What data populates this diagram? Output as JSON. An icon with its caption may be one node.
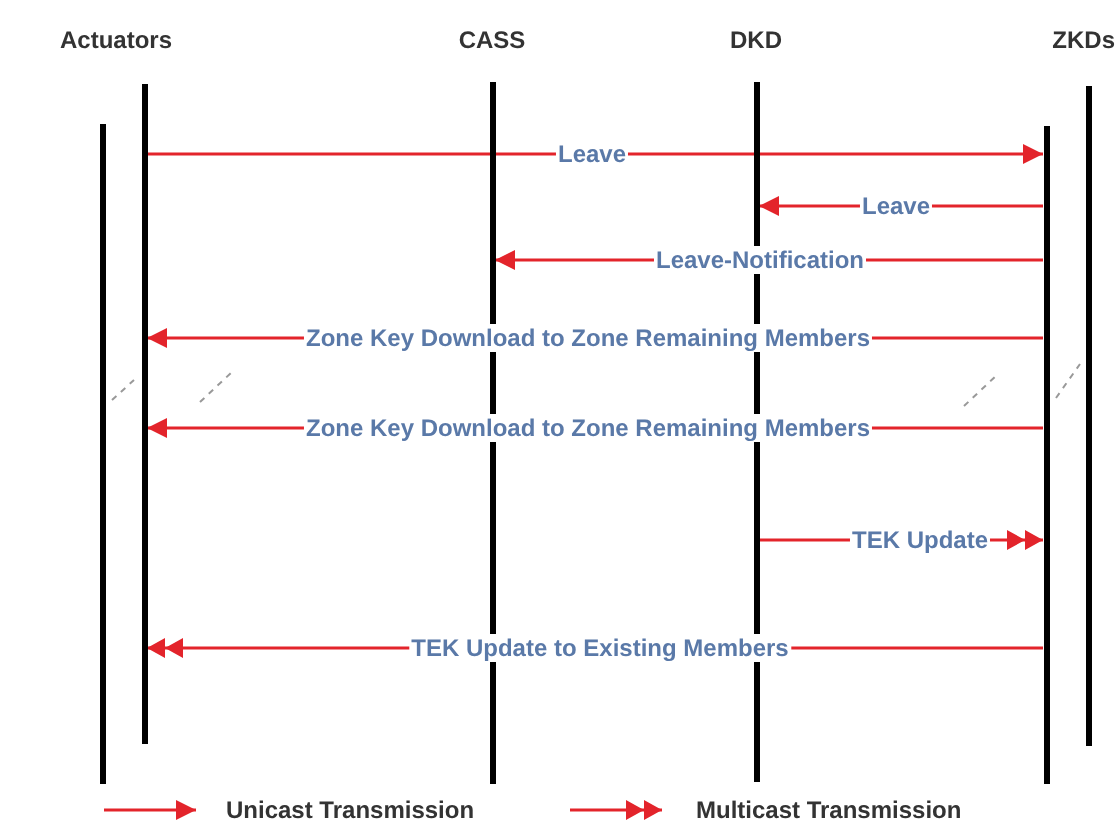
{
  "diagram": {
    "nodes": [
      {
        "text": [
          "Actuators"
        ]
      },
      {
        "text": [],
        "shape": "bar"
      },
      {
        "text": [
          "CASS"
        ]
      },
      {
        "text": [
          "DKD"
        ]
      },
      {
        "text": [],
        "shape": "bar"
      },
      {
        "text": [
          "ZKDs"
        ]
      }
    ],
    "edges": [
      {
        "from": 0,
        "to": 4,
        "arrow": "to",
        "label": "Leave"
      },
      {
        "from": 4,
        "to": 3,
        "arrow": "to",
        "label": "Leave"
      },
      {
        "from": 4,
        "to": 2,
        "arrow": "to",
        "label": "Leave-Notification"
      },
      {
        "from": 4,
        "to": 0,
        "arrow": "to",
        "label": "Zone Key Download to Zone Remaining Members"
      },
      {
        "from": 4,
        "to": 0,
        "arrow": "to",
        "label": "Zone Key Download to Zone Remaining Members"
      },
      {
        "from": 3,
        "to": 4,
        "arrow": "to",
        "label": "TEK Update"
      },
      {
        "from": 4,
        "to": 0,
        "arrow": "to",
        "label": "TEK Update to Existing Members"
      }
    ],
    "legend": [
      {
        "text": "Unicast Transmission"
      },
      {
        "text": "Multicast Transmission"
      }
    ]
  }
}
